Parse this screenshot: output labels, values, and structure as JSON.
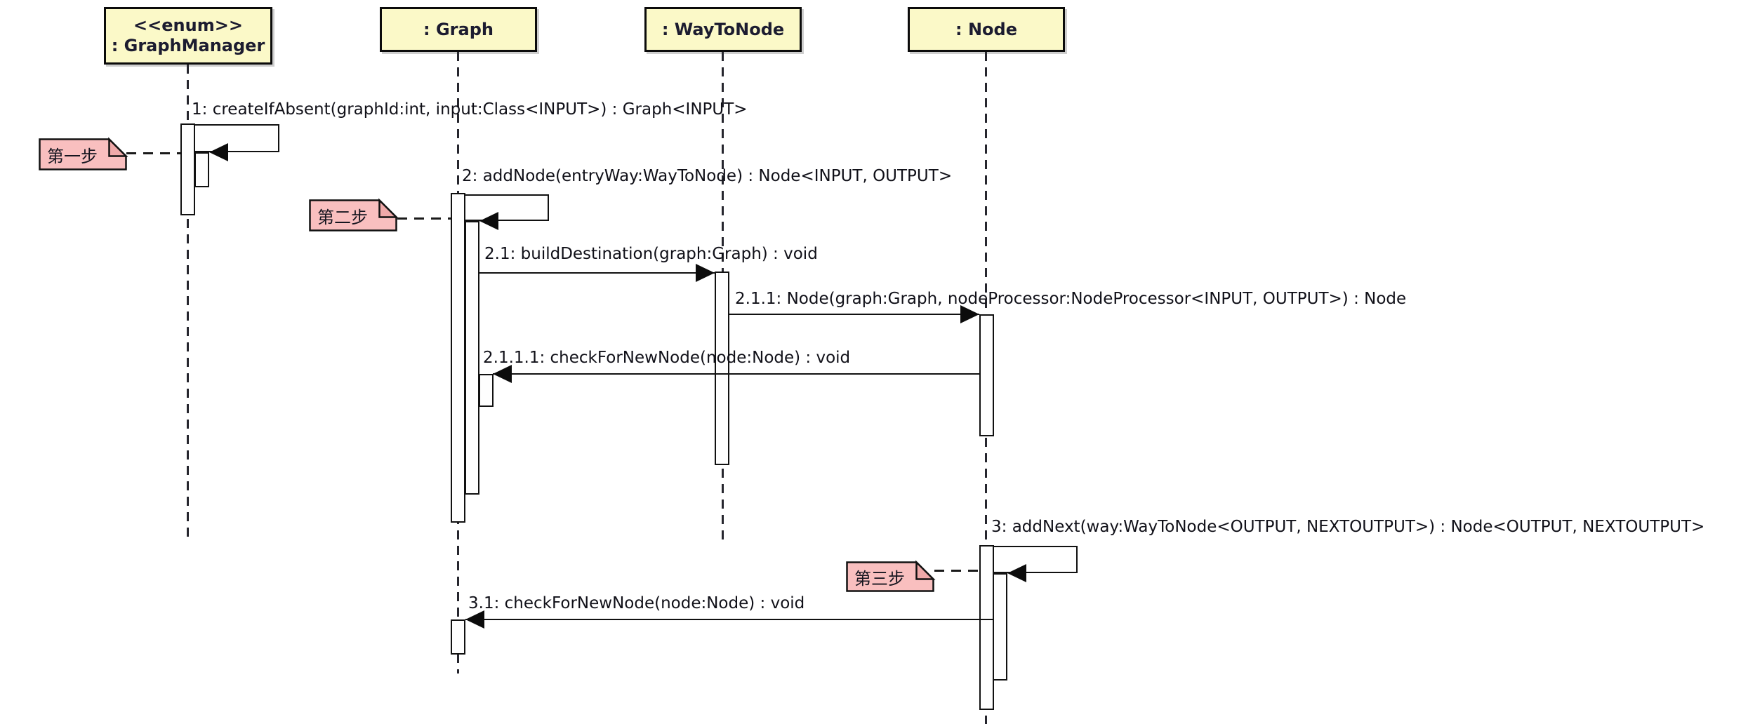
{
  "diagram": {
    "type": "uml-sequence-diagram",
    "background_color": "#ffffff",
    "colors": {
      "participant_fill": "#fbf9c8",
      "participant_border": "#0b0b0b",
      "note_fill": "#f9bfbf",
      "note_fold": "#efa9a9",
      "line_color": "#111111",
      "text_color": "#141420"
    },
    "participants": [
      {
        "stereotype": "<<enum>>",
        "name": ": GraphManager"
      },
      {
        "name": ": Graph"
      },
      {
        "name": ": WayToNode"
      },
      {
        "name": ": Node"
      }
    ],
    "messages": [
      {
        "seq": "1",
        "label": "1: createIfAbsent(graphId:int, input:Class<INPUT>) : Graph<INPUT>",
        "from": ": GraphManager",
        "to": ": GraphManager",
        "kind": "self"
      },
      {
        "seq": "2",
        "label": "2: addNode(entryWay:WayToNode) : Node<INPUT, OUTPUT>",
        "from": ": Graph",
        "to": ": Graph",
        "kind": "self"
      },
      {
        "seq": "2.1",
        "label": "2.1: buildDestination(graph:Graph) : void",
        "from": ": Graph",
        "to": ": WayToNode",
        "kind": "call"
      },
      {
        "seq": "2.1.1",
        "label": "2.1.1: Node(graph:Graph, nodeProcessor:NodeProcessor<INPUT, OUTPUT>) : Node",
        "from": ": WayToNode",
        "to": ": Node",
        "kind": "call"
      },
      {
        "seq": "2.1.1.1",
        "label": "2.1.1.1: checkForNewNode(node:Node) : void",
        "from": ": Node",
        "to": ": Graph",
        "kind": "call"
      },
      {
        "seq": "3",
        "label": "3: addNext(way:WayToNode<OUTPUT, NEXTOUTPUT>) : Node<OUTPUT, NEXTOUTPUT>",
        "from": ": Node",
        "to": ": Node",
        "kind": "self"
      },
      {
        "seq": "3.1",
        "label": "3.1: checkForNewNode(node:Node) : void",
        "from": ": Node",
        "to": ": Graph",
        "kind": "call"
      }
    ],
    "notes": [
      {
        "text": "第一步",
        "attached_to": "message 1"
      },
      {
        "text": "第二步",
        "attached_to": "message 2"
      },
      {
        "text": "第三步",
        "attached_to": "message 3"
      }
    ]
  }
}
